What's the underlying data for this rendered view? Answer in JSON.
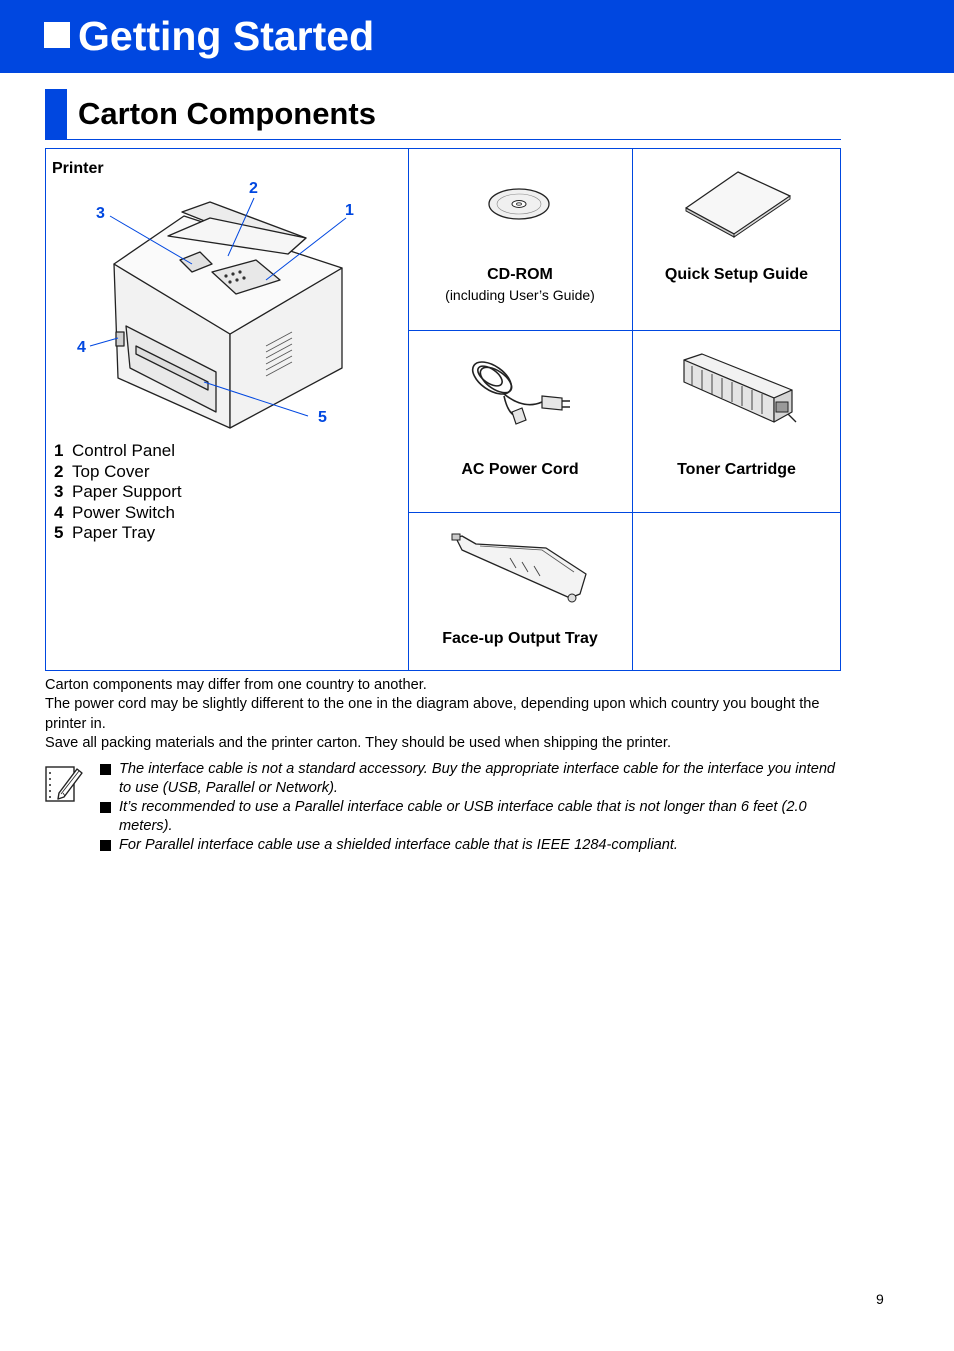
{
  "header": {
    "title": "Getting Started"
  },
  "section": {
    "title": "Carton Components"
  },
  "printer": {
    "label": "Printer",
    "callouts": [
      "1",
      "2",
      "3",
      "4",
      "5"
    ],
    "parts": [
      {
        "num": "1",
        "name": "Control Panel"
      },
      {
        "num": "2",
        "name": "Top Cover"
      },
      {
        "num": "3",
        "name": "Paper Support"
      },
      {
        "num": "4",
        "name": "Power Switch"
      },
      {
        "num": "5",
        "name": "Paper Tray"
      }
    ]
  },
  "items": {
    "cdrom": {
      "label": "CD-ROM",
      "sub": "(including User’s Guide)"
    },
    "guide": {
      "label": "Quick Setup Guide"
    },
    "cord": {
      "label": "AC Power Cord"
    },
    "toner": {
      "label": "Toner Cartridge"
    },
    "tray": {
      "label": "Face-up Output Tray"
    }
  },
  "notes": [
    "Carton components may differ from one country to another.",
    "The power cord may be slightly different to the one in the diagram above, depending upon which country you bought the printer in.",
    "Save all packing materials and the printer carton. They should be used when shipping the printer."
  ],
  "memo": {
    "icon": "memo-pencil-icon",
    "bullets": [
      "The interface cable is not a standard accessory. Buy the appropriate interface cable for the interface you intend to use (USB, Parallel or Network).",
      "It’s recommended to use a Parallel interface cable or USB interface cable that is not longer than 6 feet (2.0 meters).",
      "For Parallel interface cable use a shielded interface cable that is IEEE 1284-compliant."
    ]
  },
  "colors": {
    "accent": "#0047e0"
  },
  "page_number": "9"
}
